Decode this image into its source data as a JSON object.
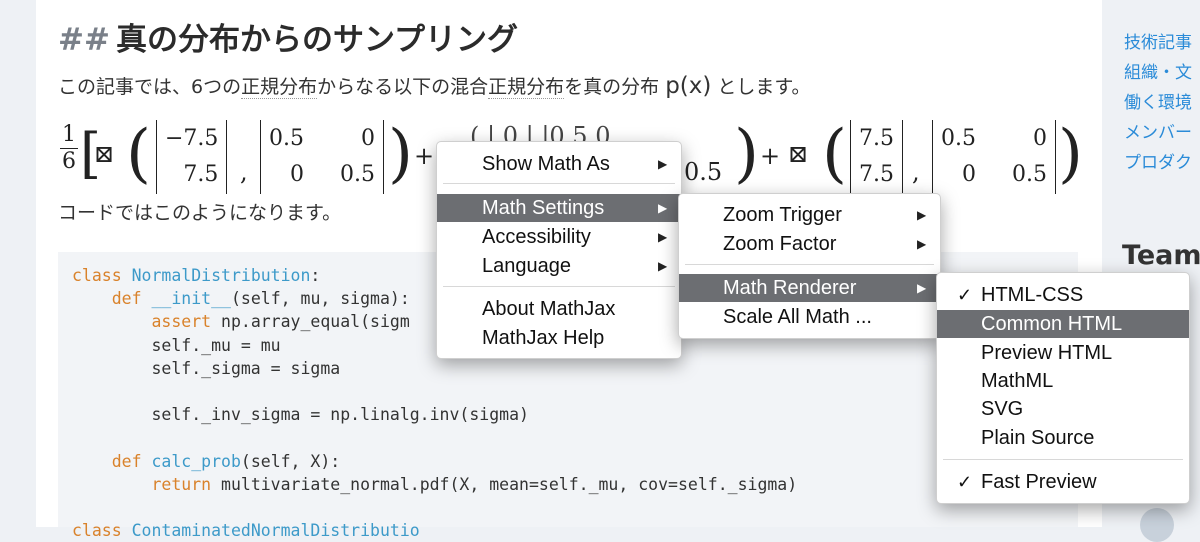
{
  "article": {
    "heading_hash": "##",
    "heading": "真の分布からのサンプリング",
    "intro_before": "この記事では、6つの",
    "intro_link1": "正規分布",
    "intro_middle": "からなる以下の混合",
    "intro_link2": "正規分布",
    "intro_after": "を真の分布 ",
    "intro_math": "p(x)",
    "intro_end": " とします。",
    "math": {
      "frac_num": "1",
      "frac_den": "6",
      "box_symbol": "⊠",
      "plus": "+",
      "term1_mean": [
        "−7.5",
        "7.5"
      ],
      "term1_cov": [
        [
          "0.5",
          "0"
        ],
        [
          "0",
          "0.5"
        ]
      ],
      "term2_partial_top": "( |  0  |  |0.5    0",
      "term2_partial_bottom": "0.5",
      "term3_mean": [
        "7.5",
        "7.5"
      ],
      "term3_cov": [
        [
          "0.5",
          "0"
        ],
        [
          "0",
          "0.5"
        ]
      ]
    },
    "after_text": "コードではこのようになります。",
    "code_lines": [
      [
        {
          "t": "class ",
          "c": "kw"
        },
        {
          "t": "NormalDistribution",
          "c": "fn"
        },
        {
          "t": ":",
          "c": ""
        }
      ],
      [
        {
          "t": "    def ",
          "c": "kw"
        },
        {
          "t": "__init__",
          "c": "fn"
        },
        {
          "t": "(self, mu, sigma):",
          "c": ""
        }
      ],
      [
        {
          "t": "        assert ",
          "c": "kw"
        },
        {
          "t": "np.array_equal(sigm",
          "c": ""
        }
      ],
      [
        {
          "t": "        self._mu = mu",
          "c": ""
        }
      ],
      [
        {
          "t": "        self._sigma = sigma",
          "c": ""
        }
      ],
      [
        {
          "t": "",
          "c": ""
        }
      ],
      [
        {
          "t": "        self._inv_sigma = np.linalg.inv(sigma)",
          "c": ""
        }
      ],
      [
        {
          "t": "",
          "c": ""
        }
      ],
      [
        {
          "t": "    def ",
          "c": "kw"
        },
        {
          "t": "calc_prob",
          "c": "fn"
        },
        {
          "t": "(self, X):",
          "c": ""
        }
      ],
      [
        {
          "t": "        return ",
          "c": "kw"
        },
        {
          "t": "multivariate_normal.pdf(X, mean=self._mu, cov=self._sigma)",
          "c": ""
        }
      ],
      [
        {
          "t": "",
          "c": ""
        }
      ],
      [
        {
          "t": "class ",
          "c": "kw"
        },
        {
          "t": "ContaminatedNormalDistributio",
          "c": "fn"
        }
      ]
    ]
  },
  "sidebar": {
    "links": [
      "技術記事",
      "組織・文",
      "働く環境",
      "メンバー",
      "プロダク"
    ],
    "team_title": "Team"
  },
  "context_menu": {
    "items": [
      "Show Math As",
      "Math Settings",
      "Accessibility",
      "Language",
      "About MathJax",
      "MathJax Help"
    ]
  },
  "settings_menu": {
    "items": [
      "Zoom Trigger",
      "Zoom Factor",
      "Math Renderer",
      "Scale All Math ..."
    ]
  },
  "renderer_menu": {
    "items": [
      "HTML-CSS",
      "Common HTML",
      "Preview HTML",
      "MathML",
      "SVG",
      "Plain Source"
    ],
    "checked": "HTML-CSS",
    "highlighted": "Common HTML",
    "fast_preview": "Fast Preview",
    "check_mark": "✓"
  },
  "icons": {
    "submenu_arrow": "▶"
  },
  "colors": {
    "highlight": "#6c6e72",
    "link": "#2a8bd8",
    "keyword": "#d9822b",
    "function": "#3d9ac9"
  }
}
